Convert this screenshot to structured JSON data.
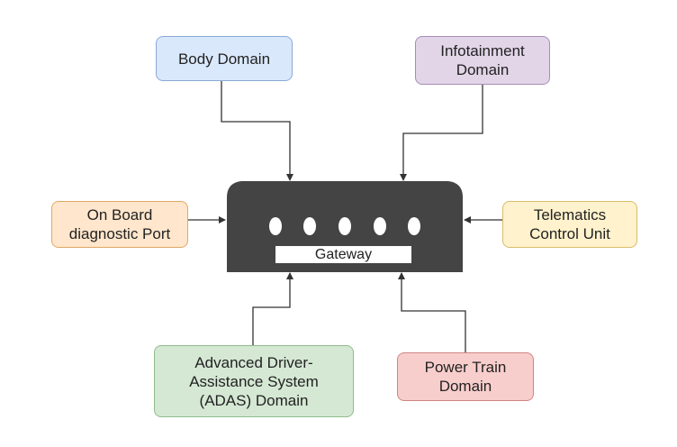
{
  "nodes": {
    "body_domain": "Body Domain",
    "infotainment_domain": "Infotainment\nDomain",
    "obd_port": "On Board\ndiagnostic Port",
    "telematics": "Telematics\nControl Unit",
    "adas": "Advanced Driver-\nAssistance System\n(ADAS) Domain",
    "power_train": "Power Train\nDomain"
  },
  "gateway": {
    "label": "Gateway",
    "led_count": 5
  },
  "colors": {
    "gateway_body": "#444444",
    "connector": "#333333"
  }
}
